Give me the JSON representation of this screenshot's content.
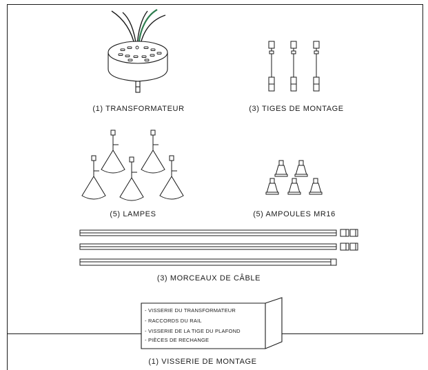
{
  "captions": {
    "transformer": "(1) TRANSFORMATEUR",
    "rods": "(3) TIGES DE MONTAGE",
    "lamps": "(5) LAMPES",
    "bulbs": "(5) AMPOULES MR16",
    "cable": "(3) MORCEAUX DE CÂBLE",
    "hardware": "(1) VISSERIE DE MONTAGE"
  },
  "hardware_box_items": [
    "- VISSERIE DU TRANSFORMATEUR",
    "- RACCORDS DU RAIL",
    "- VISSERIE DE LA TIGE DU PLAFOND",
    "- PIÈCES DE RECHANGE"
  ],
  "colors": {
    "line": "#1a1a1a",
    "wire_green": "#2e7d4f",
    "background": "#ffffff"
  }
}
